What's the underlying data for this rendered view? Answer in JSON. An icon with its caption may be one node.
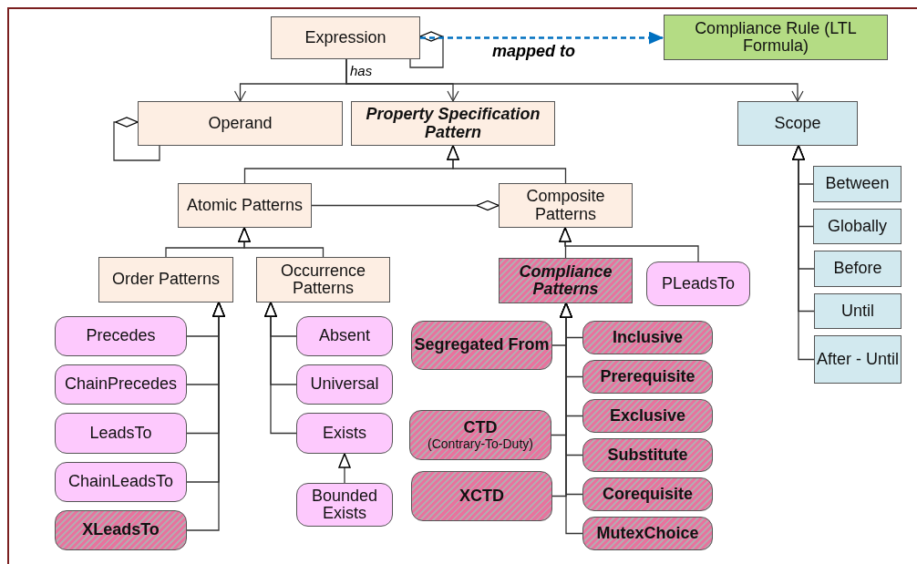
{
  "diagram": {
    "nodes": [
      {
        "text": [
          "Expression"
        ]
      },
      {
        "text": [
          "Compliance Rule (LTL Formula)"
        ]
      },
      {
        "text": [
          "Operand"
        ]
      },
      {
        "text": [
          "Property Specification Pattern"
        ]
      },
      {
        "text": [
          "Scope"
        ]
      },
      {
        "text": [
          "Atomic Patterns"
        ]
      },
      {
        "text": [
          "Composite Patterns"
        ]
      },
      {
        "text": [
          "Order Patterns"
        ]
      },
      {
        "text": [
          "Occurrence Patterns"
        ]
      },
      {
        "text": [
          "Compliance Patterns"
        ]
      },
      {
        "text": [
          "PLeadsTo"
        ]
      },
      {
        "text": [
          "Precedes"
        ]
      },
      {
        "text": [
          "ChainPrecedes"
        ]
      },
      {
        "text": [
          "LeadsTo"
        ]
      },
      {
        "text": [
          "ChainLeadsTo"
        ]
      },
      {
        "text": [
          "XLeadsTo"
        ]
      },
      {
        "text": [
          "Absent"
        ]
      },
      {
        "text": [
          "Universal"
        ]
      },
      {
        "text": [
          "Exists"
        ]
      },
      {
        "text": [
          "Bounded Exists"
        ]
      },
      {
        "text": [
          "Segregated From"
        ]
      },
      {
        "text": [
          "CTD",
          "(Contrary-To-Duty)"
        ]
      },
      {
        "text": [
          "XCTD"
        ]
      },
      {
        "text": [
          "Inclusive"
        ]
      },
      {
        "text": [
          "Prerequisite"
        ]
      },
      {
        "text": [
          "Exclusive"
        ]
      },
      {
        "text": [
          "Substitute"
        ]
      },
      {
        "text": [
          "Corequisite"
        ]
      },
      {
        "text": [
          "MutexChoice"
        ]
      },
      {
        "text": [
          "Between"
        ]
      },
      {
        "text": [
          "Globally"
        ]
      },
      {
        "text": [
          "Before"
        ]
      },
      {
        "text": [
          "Until"
        ]
      },
      {
        "text": [
          "After - Until"
        ]
      }
    ],
    "edges": [
      {
        "from": 0,
        "to": 0,
        "arrow": "other"
      },
      {
        "from": 0,
        "to": 1,
        "arrow": "to",
        "label": "mapped to",
        "style": "dashed",
        "color": "#0070c0"
      },
      {
        "from": 0,
        "to": 2,
        "arrow": "to",
        "label": "has"
      },
      {
        "from": 0,
        "to": 3,
        "arrow": "to"
      },
      {
        "from": 0,
        "to": 4,
        "arrow": "to"
      },
      {
        "from": 2,
        "to": 2,
        "arrow": "other"
      },
      {
        "from": 5,
        "to": 3,
        "arrow": "to"
      },
      {
        "from": 6,
        "to": 3,
        "arrow": "to"
      },
      {
        "from": 5,
        "to": 6,
        "arrow": "other"
      },
      {
        "from": 7,
        "to": 5,
        "arrow": "to"
      },
      {
        "from": 8,
        "to": 5,
        "arrow": "to"
      },
      {
        "from": 9,
        "to": 6,
        "arrow": "to"
      },
      {
        "from": 10,
        "to": 6,
        "arrow": "to"
      },
      {
        "from": 11,
        "to": 7,
        "arrow": "to"
      },
      {
        "from": 12,
        "to": 7,
        "arrow": "to"
      },
      {
        "from": 13,
        "to": 7,
        "arrow": "to"
      },
      {
        "from": 14,
        "to": 7,
        "arrow": "to"
      },
      {
        "from": 15,
        "to": 7,
        "arrow": "to"
      },
      {
        "from": 16,
        "to": 8,
        "arrow": "to"
      },
      {
        "from": 17,
        "to": 8,
        "arrow": "to"
      },
      {
        "from": 18,
        "to": 8,
        "arrow": "to"
      },
      {
        "from": 19,
        "to": 18,
        "arrow": "to"
      },
      {
        "from": 20,
        "to": 9,
        "arrow": "to"
      },
      {
        "from": 21,
        "to": 9,
        "arrow": "to"
      },
      {
        "from": 22,
        "to": 9,
        "arrow": "to"
      },
      {
        "from": 23,
        "to": 9,
        "arrow": "to"
      },
      {
        "from": 24,
        "to": 9,
        "arrow": "to"
      },
      {
        "from": 25,
        "to": 9,
        "arrow": "to"
      },
      {
        "from": 26,
        "to": 9,
        "arrow": "to"
      },
      {
        "from": 27,
        "to": 9,
        "arrow": "to"
      },
      {
        "from": 28,
        "to": 9,
        "arrow": "to"
      },
      {
        "from": 29,
        "to": 4,
        "arrow": "to"
      },
      {
        "from": 30,
        "to": 4,
        "arrow": "to"
      },
      {
        "from": 31,
        "to": 4,
        "arrow": "to"
      },
      {
        "from": 32,
        "to": 4,
        "arrow": "to"
      },
      {
        "from": 33,
        "to": 4,
        "arrow": "to"
      }
    ]
  }
}
